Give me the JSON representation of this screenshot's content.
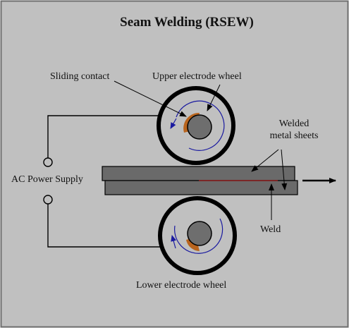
{
  "diagram": {
    "title": "Seam Welding (RSEW)",
    "labels": {
      "sliding_contact": "Sliding contact",
      "upper_electrode_wheel": "Upper electrode wheel",
      "welded_metal_sheets_line1": "Welded",
      "welded_metal_sheets_line2": "metal sheets",
      "ac_power_supply": "AC Power Supply",
      "weld": "Weld",
      "lower_electrode_wheel": "Lower electrode wheel"
    }
  },
  "colors": {
    "background": "#c0c0c0",
    "sheet": "#6a6a6a",
    "hub": "#6e6e6e",
    "contact": "#b8641e",
    "rotation_arrow": "#1a1aa0",
    "weld_line": "#8b1a1a",
    "stroke": "#000000"
  }
}
